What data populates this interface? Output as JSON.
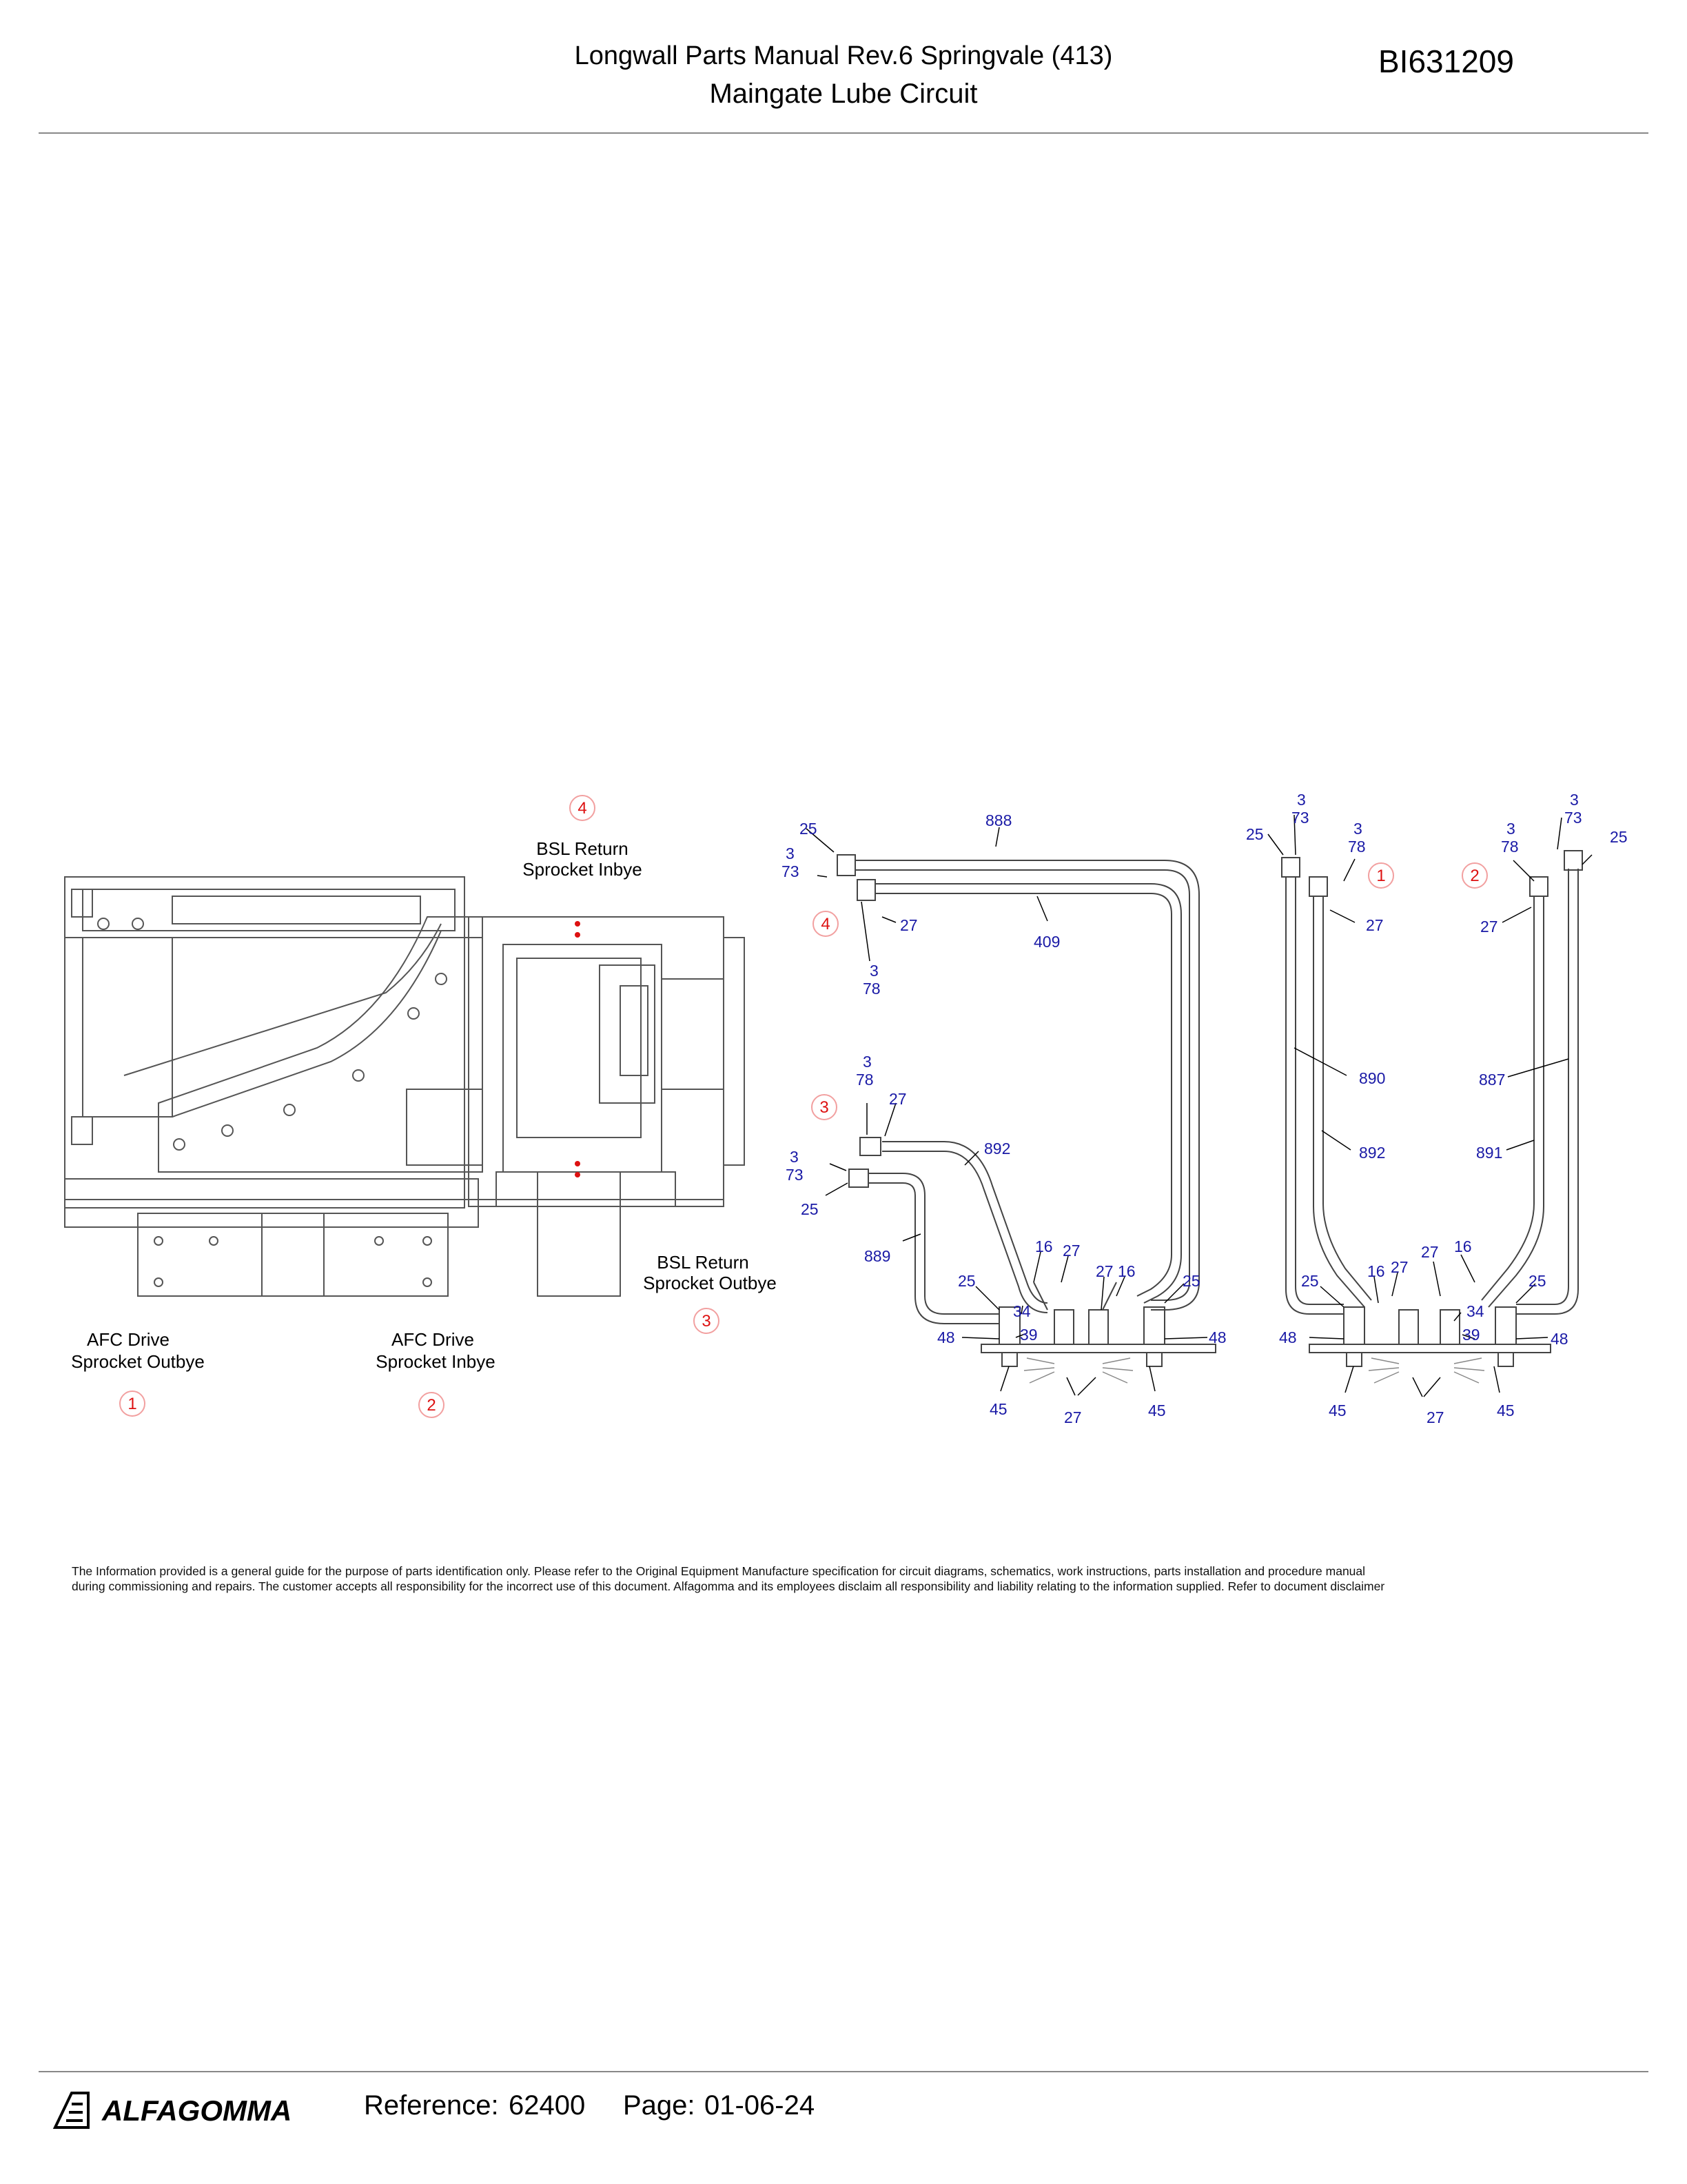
{
  "header": {
    "title_line1": "Longwall Parts Manual Rev.6 Springvale (413)",
    "title_line2": "Maingate Lube Circuit",
    "doc_id": "BI631209"
  },
  "locations": [
    {
      "num": "4",
      "line1": "BSL Return",
      "line2": "Sprocket Inbye"
    },
    {
      "num": "3",
      "line1": "BSL Return",
      "line2": "Sprocket Outbye"
    },
    {
      "num": "1",
      "line1": "AFC Drive",
      "line2": "Sprocket Outbye"
    },
    {
      "num": "2",
      "line1": "AFC Drive",
      "line2": "Sprocket Inbye"
    }
  ],
  "circuit_refs": [
    "4",
    "3",
    "1",
    "2"
  ],
  "callouts": {
    "c_25a": "25",
    "c_3a": "3",
    "c_73a": "73",
    "c_888": "888",
    "c_409": "409",
    "c_27a": "27",
    "c_3b": "3",
    "c_78b": "78",
    "c_3c": "3",
    "c_78c": "78",
    "c_27c": "27",
    "c_3d": "3",
    "c_73d": "73",
    "c_25d": "25",
    "c_892a": "892",
    "c_889": "889",
    "c_16a": "16",
    "c_27e": "27",
    "c_25e": "25",
    "c_34a": "34",
    "c_39a": "39",
    "c_48a": "48",
    "c_27f": "27",
    "c_16b": "16",
    "c_25f": "25",
    "c_48b": "48",
    "c_45a": "45",
    "c_27g": "27",
    "c_45b": "45",
    "c_3e": "3",
    "c_73e": "73",
    "c_25g": "25",
    "c_3f": "3",
    "c_78f": "78",
    "c_27h": "27",
    "c_890": "890",
    "c_892b": "892",
    "c_3g": "3",
    "c_78g": "78",
    "c_3h": "3",
    "c_73h": "73",
    "c_25h": "25",
    "c_27i": "27",
    "c_887": "887",
    "c_891": "891",
    "c_25i": "25",
    "c_16c": "16",
    "c_27j": "27",
    "c_27k": "27",
    "c_16d": "16",
    "c_25j": "25",
    "c_34b": "34",
    "c_39b": "39",
    "c_48c": "48",
    "c_48d": "48",
    "c_45c": "45",
    "c_27l": "27",
    "c_45d": "45"
  },
  "disclaimer": {
    "line1": "The Information provided is a general guide for the purpose of parts identification only.  Please refer to the Original Equipment Manufacture specification for circuit diagrams,  schematics,  work instructions,  parts installation and  procedure manual",
    "line2": "during commissioning and repairs. The customer accepts all responsibility for the incorrect use of this document. Alfagomma and its employees disclaim all responsibility and liability relating to the information supplied. Refer to document disclaimer"
  },
  "footer": {
    "logo_text": "ALFAGOMMA",
    "reference_label": "Reference:",
    "reference_value": "62400",
    "page_label": "Page:",
    "page_value": "01-06-24"
  },
  "colors": {
    "callout": "#1a1aa6",
    "ref_circle": "#dd1111",
    "line": "#444444"
  }
}
